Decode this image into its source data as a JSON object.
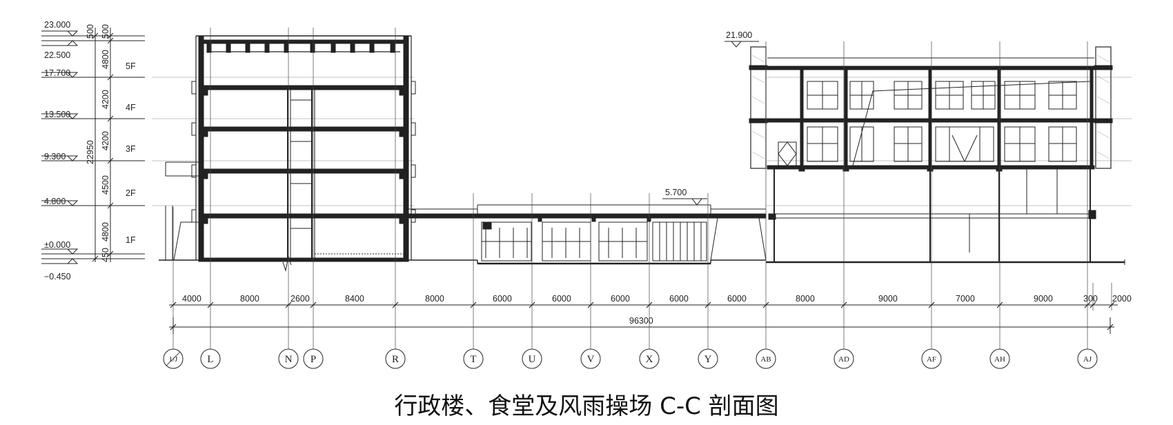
{
  "title": "行政楼、食堂及风雨操场 C-C 剖面图",
  "elevations": [
    "23.000",
    "22.500",
    "17.700",
    "13.500",
    "9.300",
    "4.800",
    "±0.000",
    "−0.450"
  ],
  "elevation_right": "21.900",
  "elevation_mid": "5.700",
  "floors": [
    "5F",
    "4F",
    "3F",
    "2F",
    "1F"
  ],
  "floor_heights": [
    "500",
    "500",
    "4800",
    "4200",
    "4200",
    "4500",
    "4800",
    "450"
  ],
  "total_height": "22950",
  "axes": [
    "1/J",
    "L",
    "N",
    "P",
    "R",
    "T",
    "U",
    "V",
    "X",
    "Y",
    "AB",
    "AD",
    "AF",
    "AH",
    "AJ"
  ],
  "spans": [
    "4000",
    "8000",
    "2600",
    "8400",
    "8000",
    "6000",
    "6000",
    "6000",
    "6000",
    "6000",
    "8000",
    "9000",
    "7000",
    "9000",
    "300",
    "2000"
  ],
  "total_length": "96300"
}
